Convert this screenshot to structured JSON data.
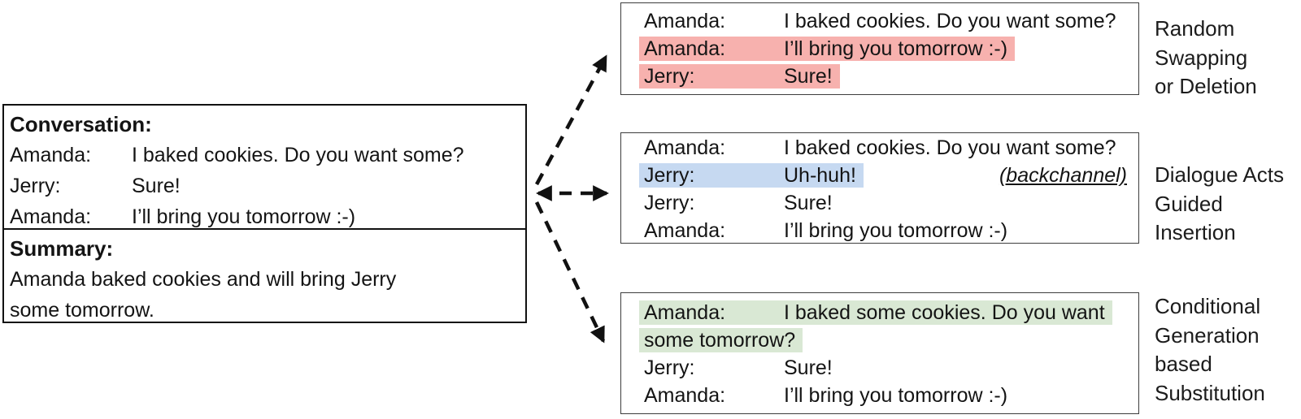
{
  "colors": {
    "pink": "#f7b1ae",
    "blue": "#c6d9f1",
    "green": "#d9e8d4",
    "ink": "#141414"
  },
  "conversation_box": {
    "title": "Conversation:",
    "turns": [
      {
        "speaker": "Amanda:",
        "text": "I baked cookies. Do you want some?"
      },
      {
        "speaker": "Jerry:",
        "text": "Sure!"
      },
      {
        "speaker": "Amanda:",
        "text": "I’ll bring you tomorrow :-)"
      }
    ]
  },
  "summary_box": {
    "title": "Summary:",
    "line1": "Amanda baked cookies and will bring Jerry",
    "line2": "some tomorrow."
  },
  "random_box": {
    "label_lines": [
      "Random",
      "Swapping",
      "or Deletion"
    ],
    "turns": [
      {
        "speaker": "Amanda:",
        "text": "I baked cookies. Do you want some?",
        "highlight": "none"
      },
      {
        "speaker": "Amanda:",
        "text": "I’ll bring you tomorrow :-)",
        "highlight": "pink"
      },
      {
        "speaker": "Jerry:",
        "text": "Sure!",
        "highlight": "pink"
      }
    ]
  },
  "dialogue_acts_box": {
    "label_lines": [
      "Dialogue Acts",
      "Guided",
      "Insertion"
    ],
    "annotation": "(backchannel)",
    "turns": [
      {
        "speaker": "Amanda:",
        "text": "I baked cookies. Do you want some?",
        "highlight": "none"
      },
      {
        "speaker": "Jerry:",
        "text": "Uh-huh!",
        "highlight": "blue"
      },
      {
        "speaker": "Jerry:",
        "text": "Sure!",
        "highlight": "none"
      },
      {
        "speaker": "Amanda:",
        "text": "I’ll bring you tomorrow :-)",
        "highlight": "none"
      }
    ]
  },
  "conditional_box": {
    "label_lines": [
      "Conditional",
      "Generation",
      "based",
      "Substitution"
    ],
    "turns": [
      {
        "speaker": "Amanda:",
        "text_line1": "I baked some cookies. Do you want",
        "text_line2": "some tomorrow?",
        "highlight": "green"
      },
      {
        "speaker": "Jerry:",
        "text": "Sure!",
        "highlight": "none"
      },
      {
        "speaker": "Amanda:",
        "text": "I’ll bring you tomorrow :-)",
        "highlight": "none"
      }
    ]
  }
}
